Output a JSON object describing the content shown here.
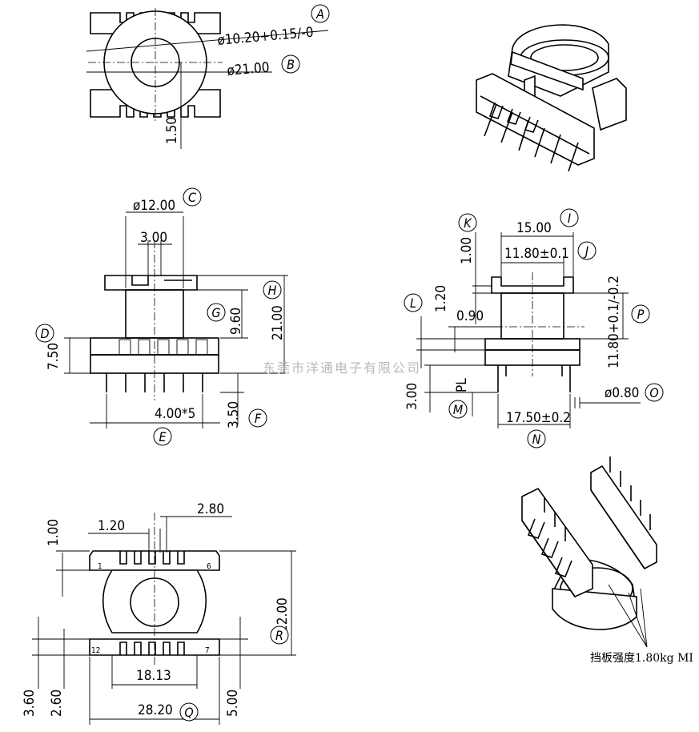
{
  "labels": {
    "A": "A",
    "B": "B",
    "C": "C",
    "D": "D",
    "E": "E",
    "F": "F",
    "G": "G",
    "H": "H",
    "I": "I",
    "J": "J",
    "K": "K",
    "L": "L",
    "M": "M",
    "N": "N",
    "O": "O",
    "P": "P",
    "Q": "Q",
    "R": "R"
  },
  "dims": {
    "top_hole": "ø10.20+0.15/-0",
    "top_outer": "ø21.00",
    "top_150": "1.50",
    "front_dia": "ø12.00",
    "front_300": "3.00",
    "front_960": "9.60",
    "front_2100": "21.00",
    "front_750": "7.50",
    "front_pitch": "4.00*5",
    "front_350": "3.50",
    "side_1500": "15.00",
    "side_1180": "11.80±0.1",
    "side_100": "1.00",
    "side_120": "1.20",
    "side_090": "0.90",
    "side_1180v": "11.80+0.1/-0.2",
    "side_pl": "PL",
    "side_300": "3.00",
    "side_pin": "ø0.80",
    "side_1750": "17.50±0.2",
    "bot_120": "1.20",
    "bot_280": "2.80",
    "bot_100": "1.00",
    "bot_2200": "22.00",
    "bot_1813": "18.13",
    "bot_360": "3.60",
    "bot_260": "2.60",
    "bot_500": "5.00",
    "bot_2820": "28.20"
  },
  "pins": {
    "p1": "1",
    "p6": "6",
    "p12": "12",
    "p7": "7"
  },
  "watermark": "东莞市洋通电子有限公司",
  "note": "挡板强度1.80kg MI"
}
